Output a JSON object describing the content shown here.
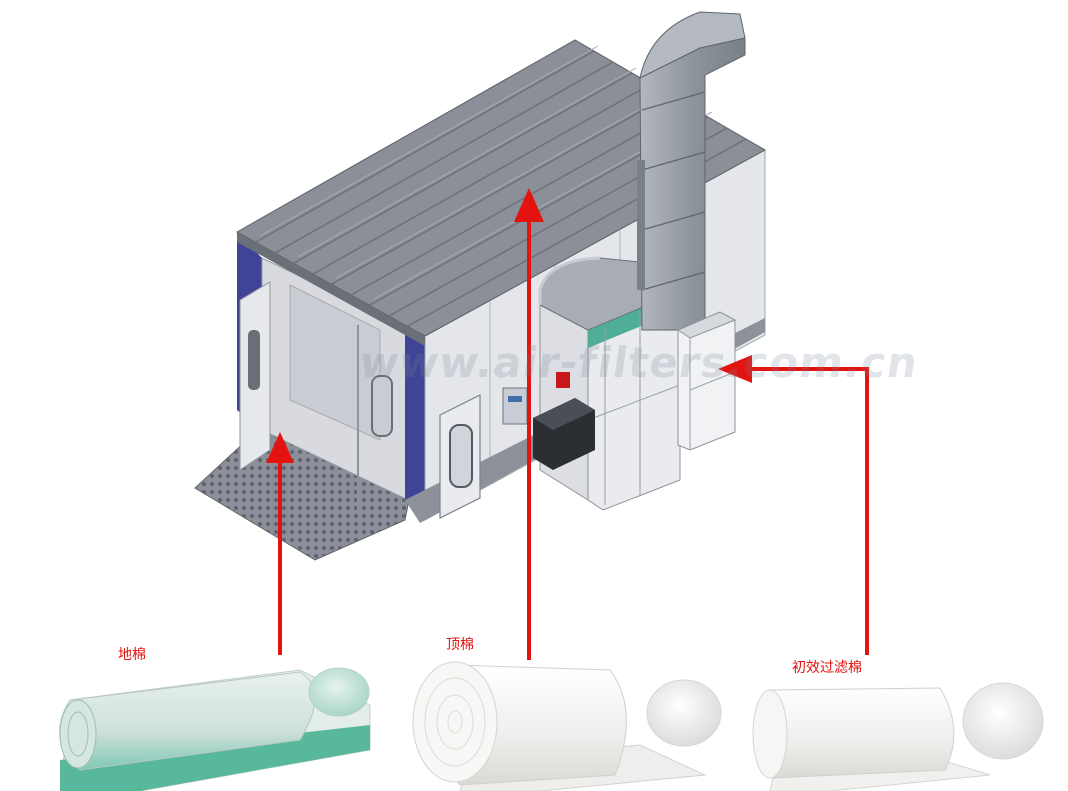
{
  "labels": {
    "floor_filter": "地棉",
    "ceiling_filter": "顶棉",
    "prefilter": "初效过滤棉"
  },
  "watermark": "www.air-filters.com.cn",
  "colors": {
    "arrow": "#e3130f",
    "label": "#e3130f",
    "side_panel": "#3f4496",
    "roof": "#8a8f98",
    "duct": "#9aa0a8",
    "green_band": "#56b59a",
    "cotton": "#f3f3f1"
  }
}
